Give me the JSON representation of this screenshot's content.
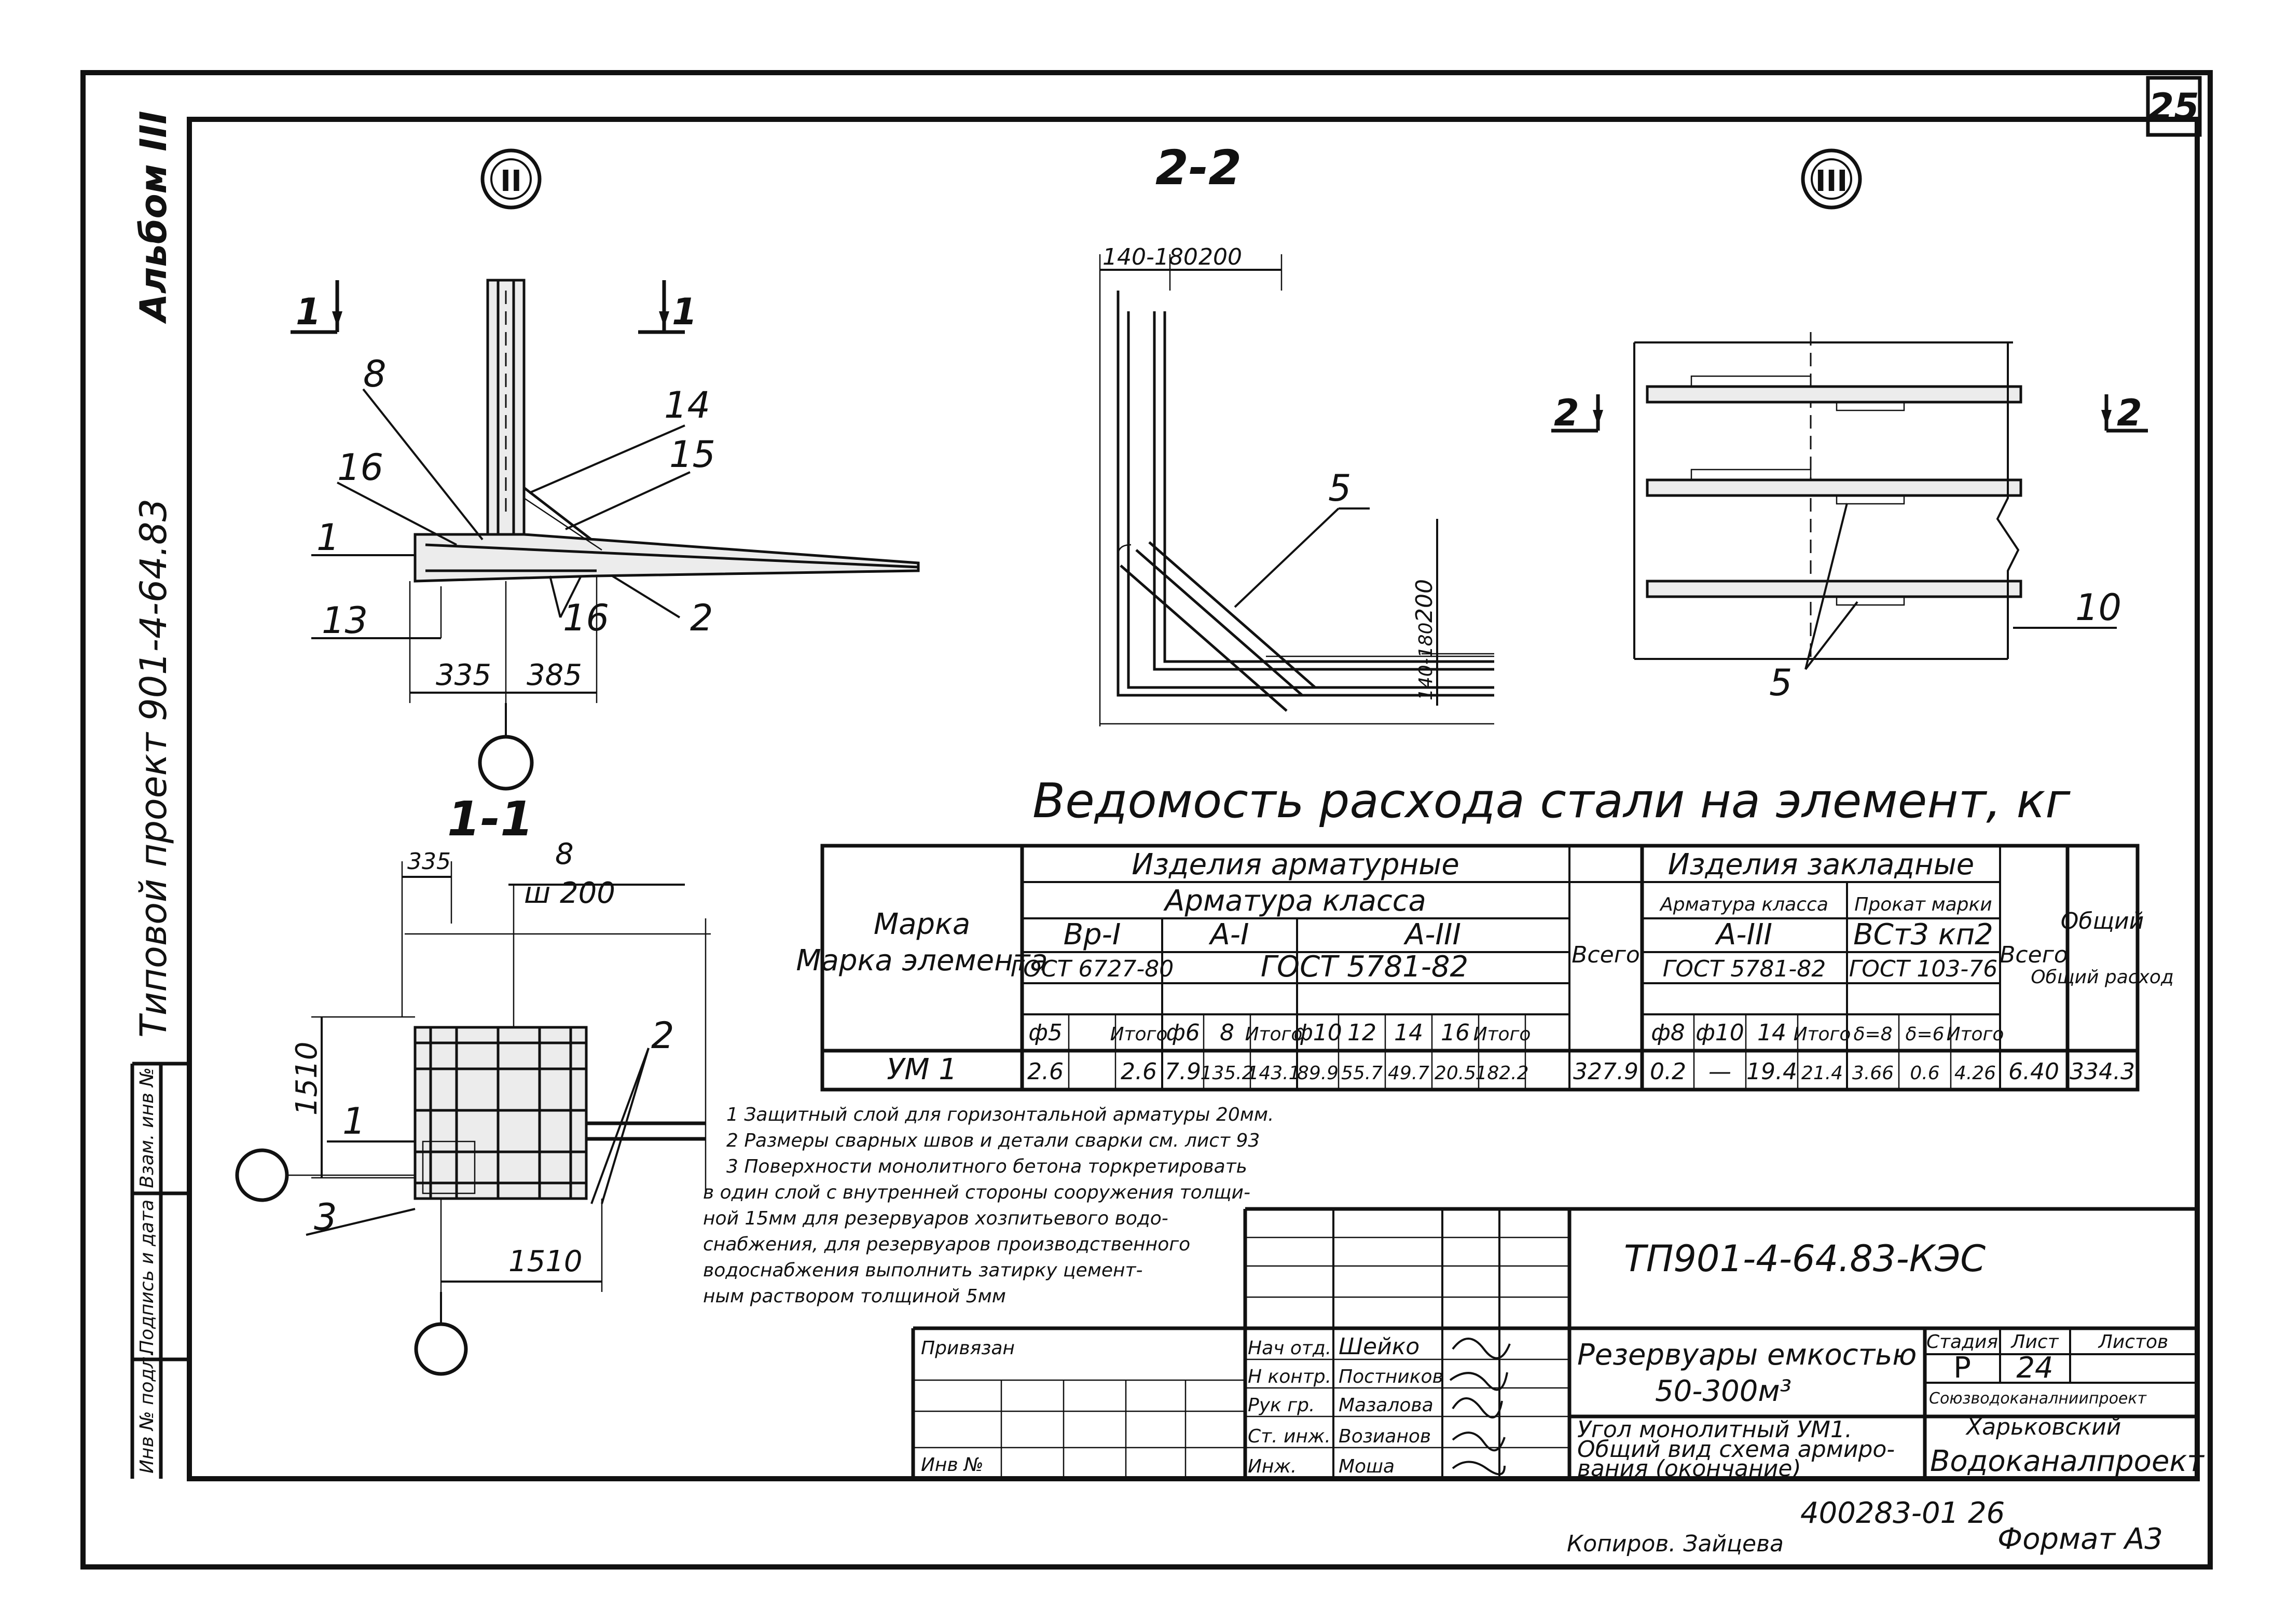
{
  "sheet": {
    "corner_number": "25",
    "margin_album": "Альбом III",
    "margin_project": "Типовой проект 901-4-64.83",
    "margin_stamp_labels": [
      "Инв № подл.",
      "Подпись и дата",
      "Взам. инв №"
    ]
  },
  "views": {
    "node2": {
      "marker": "II",
      "section_marks": [
        "1",
        "1"
      ],
      "labels": [
        "8",
        "16",
        "1",
        "13",
        "14",
        "15",
        "16",
        "2"
      ],
      "dims": [
        "335",
        "385"
      ]
    },
    "section22": {
      "title": "2-2",
      "dims": [
        "140-180",
        "200",
        "200",
        "140-180"
      ],
      "label": "5"
    },
    "node3": {
      "marker": "III",
      "section_marks": [
        "2",
        "2"
      ],
      "labels": [
        "5",
        "10"
      ]
    },
    "section11": {
      "title": "1-1",
      "dims": [
        "335",
        "8",
        "ш 200",
        "1510",
        "1510"
      ],
      "labels": [
        "1",
        "2",
        "3"
      ]
    }
  },
  "table": {
    "title": "Ведомость расхода стали на элемент, кг",
    "mark_header": "Марка элемента",
    "group_reinf": "Изделия арматурные",
    "reinf_class": "Арматура класса",
    "class_vp": "Вр-I",
    "class_a1": "А-I",
    "class_a3": "А-III",
    "gost_vp": "ГОСТ 6727-80",
    "gost_a": "ГОСТ 5781-82",
    "total": "Всего",
    "group_embed": "Изделия закладные",
    "embed_reinf": "Арматура класса",
    "embed_roll": "Прокат марки",
    "embed_class": "А-III",
    "embed_gost": "ГОСТ 5781-82",
    "roll_steel": "ВСт3 кп2",
    "roll_gost": "ГОСТ 103-76",
    "embed_total": "Всего",
    "overall": "Общий расход",
    "sub_headers": [
      "ф5",
      "",
      "Итого",
      "ф6",
      "8",
      "Итого",
      "ф10",
      "12",
      "14",
      "16",
      "Итого",
      "",
      "ф8",
      "ф10",
      "14",
      "Итого",
      "δ=8",
      "δ=6",
      "Итого",
      "",
      ""
    ],
    "row": {
      "mark": "УМ 1",
      "values": [
        "2.6",
        "",
        "2.6",
        "7.9",
        "135.2",
        "143.1",
        "89.9",
        "55.7",
        "49.7",
        "20.5",
        "182.2",
        "327.9",
        "0.2",
        "—",
        "19.4",
        "21.4",
        "3.66",
        "0.6",
        "4.26",
        "6.40",
        "334.3"
      ]
    }
  },
  "notes": [
    "1 Защитный слой для горизонтальной арматуры 20мм.",
    "2 Размеры сварных швов и детали сварки см. лист 93",
    "3 Поверхности монолитного бетона торкретировать",
    "в один слой с внутренней стороны сооружения толщи-",
    "ной 15мм для резервуаров хозпитьевого водо-",
    "снабжения, для резервуаров производственного",
    "водоснабжения выполнить затирку цемент-",
    "ным раствором толщиной 5мм"
  ],
  "title_block": {
    "code": "ТП901-4-64.83-КЭС",
    "privyazan": "Привязан",
    "inv": "Инв №",
    "title_main": "Резервуары емкостью",
    "title_main2": "50-300м³",
    "title_sub1": "Угол монолитный УМ1.",
    "title_sub2": "Общий вид схема армиро-",
    "title_sub3": "вания (окончание)",
    "stage_label": "Стадия",
    "sheet_label": "Лист",
    "sheets_label": "Листов",
    "stage": "Р",
    "sheet": "24",
    "sheets": "",
    "org1": "Союзводоканалниипроект",
    "org2": "Харьковский",
    "org3": "Водоканалпроект",
    "roles": [
      "Нач отд.",
      "Н контр.",
      "Рук гр.",
      "Ст. инж.",
      "Инж."
    ],
    "names": [
      "Шейко",
      "Постников",
      "Мазалова",
      "Возианов",
      "Моша"
    ]
  },
  "footer": {
    "doc_number": "400283-01 26",
    "copied": "Копиров. Зайцева",
    "format": "Формат А3"
  }
}
